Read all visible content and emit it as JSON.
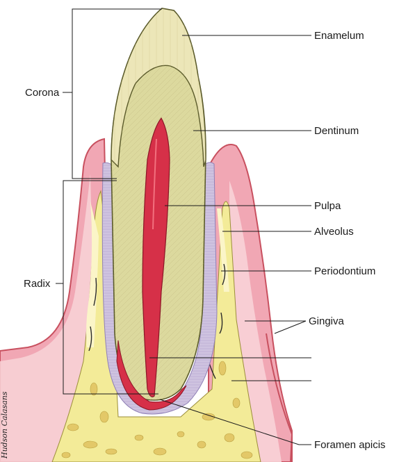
{
  "labels": {
    "enamelum": "Enamelum",
    "dentinum": "Dentinum",
    "pulpa": "Pulpa",
    "alveolus": "Alveolus",
    "periodontium": "Periodontium",
    "gingiva": "Gingiva",
    "foramen": "Foramen apicis",
    "corona": "Corona",
    "radix": "Radix"
  },
  "signature": "Hudson Calasans",
  "colors": {
    "enamel": "#ece6b8",
    "dentin": "#dcd99e",
    "pulp": "#d63048",
    "gingiva": "#f1a7b4",
    "gingiva_light": "#f8d3d7",
    "bone": "#f3eb98",
    "periodontium": "#cfc3e0"
  }
}
